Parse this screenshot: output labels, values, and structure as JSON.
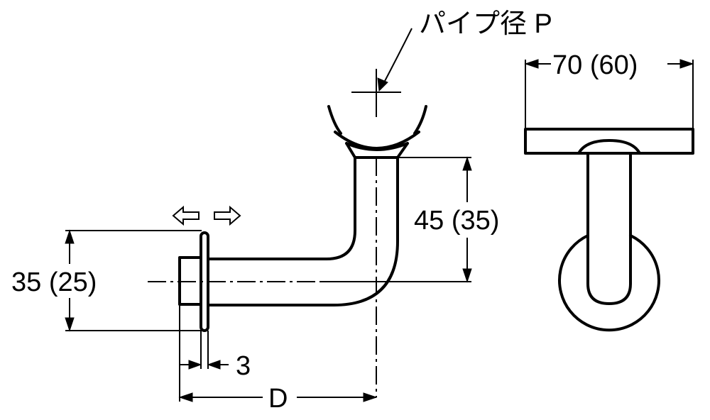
{
  "labels": {
    "pipe_diameter": "パイプ径 P",
    "width": "70 (60)",
    "height": "45 (35)",
    "base": "35 (25)",
    "thickness": "3",
    "depth": "D"
  }
}
